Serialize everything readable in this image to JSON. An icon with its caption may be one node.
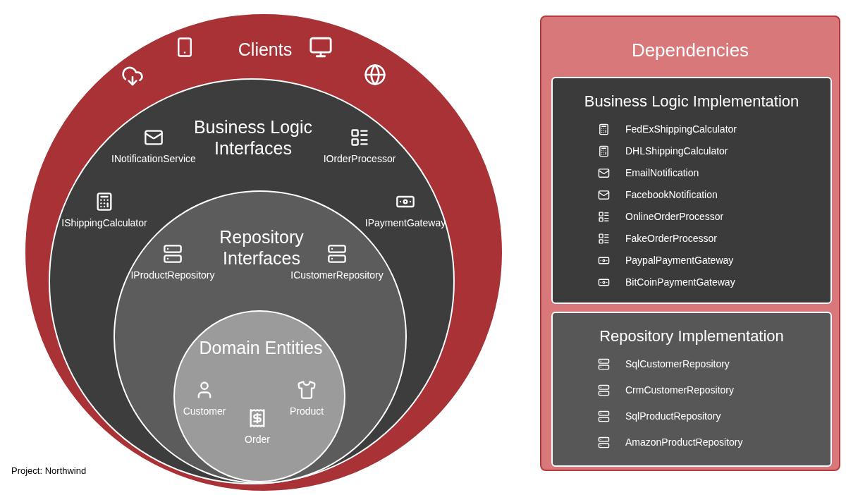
{
  "diagram": {
    "nodes": [
      {
        "text": [
          "Clients"
        ]
      },
      {
        "text": [
          "Business Logic Interfaces"
        ],
        "in": 0
      },
      {
        "text": [
          "Repository Interfaces"
        ],
        "in": 1
      },
      {
        "text": [
          "Domain Entities"
        ],
        "in": 2
      },
      {
        "text": [
          "Dependencies"
        ]
      },
      {
        "text": [
          "Business Logic Implementation",
          "FedExShippingCalculator",
          "DHLShippingCalculator",
          "EmailNotification",
          "FacebookNotification",
          "OnlineOrderProcessor",
          "FakeOrderProcessor",
          "PaypalPaymentGateway",
          "BitCoinPaymentGateway"
        ],
        "in": 4
      },
      {
        "text": [
          "Repository Implementation",
          "SqlCustomerRepository",
          "CrmCustomerRepository",
          "SqlProductRepository",
          "AmazonProductRepository"
        ],
        "in": 4
      }
    ],
    "labels": [
      "INotificationService",
      "IOrderProcessor",
      "IShippingCalculator",
      "IPaymentGateway",
      "IProductRepository",
      "ICustomerRepository",
      "Customer",
      "Product",
      "Order",
      "Project: Northwind"
    ]
  }
}
